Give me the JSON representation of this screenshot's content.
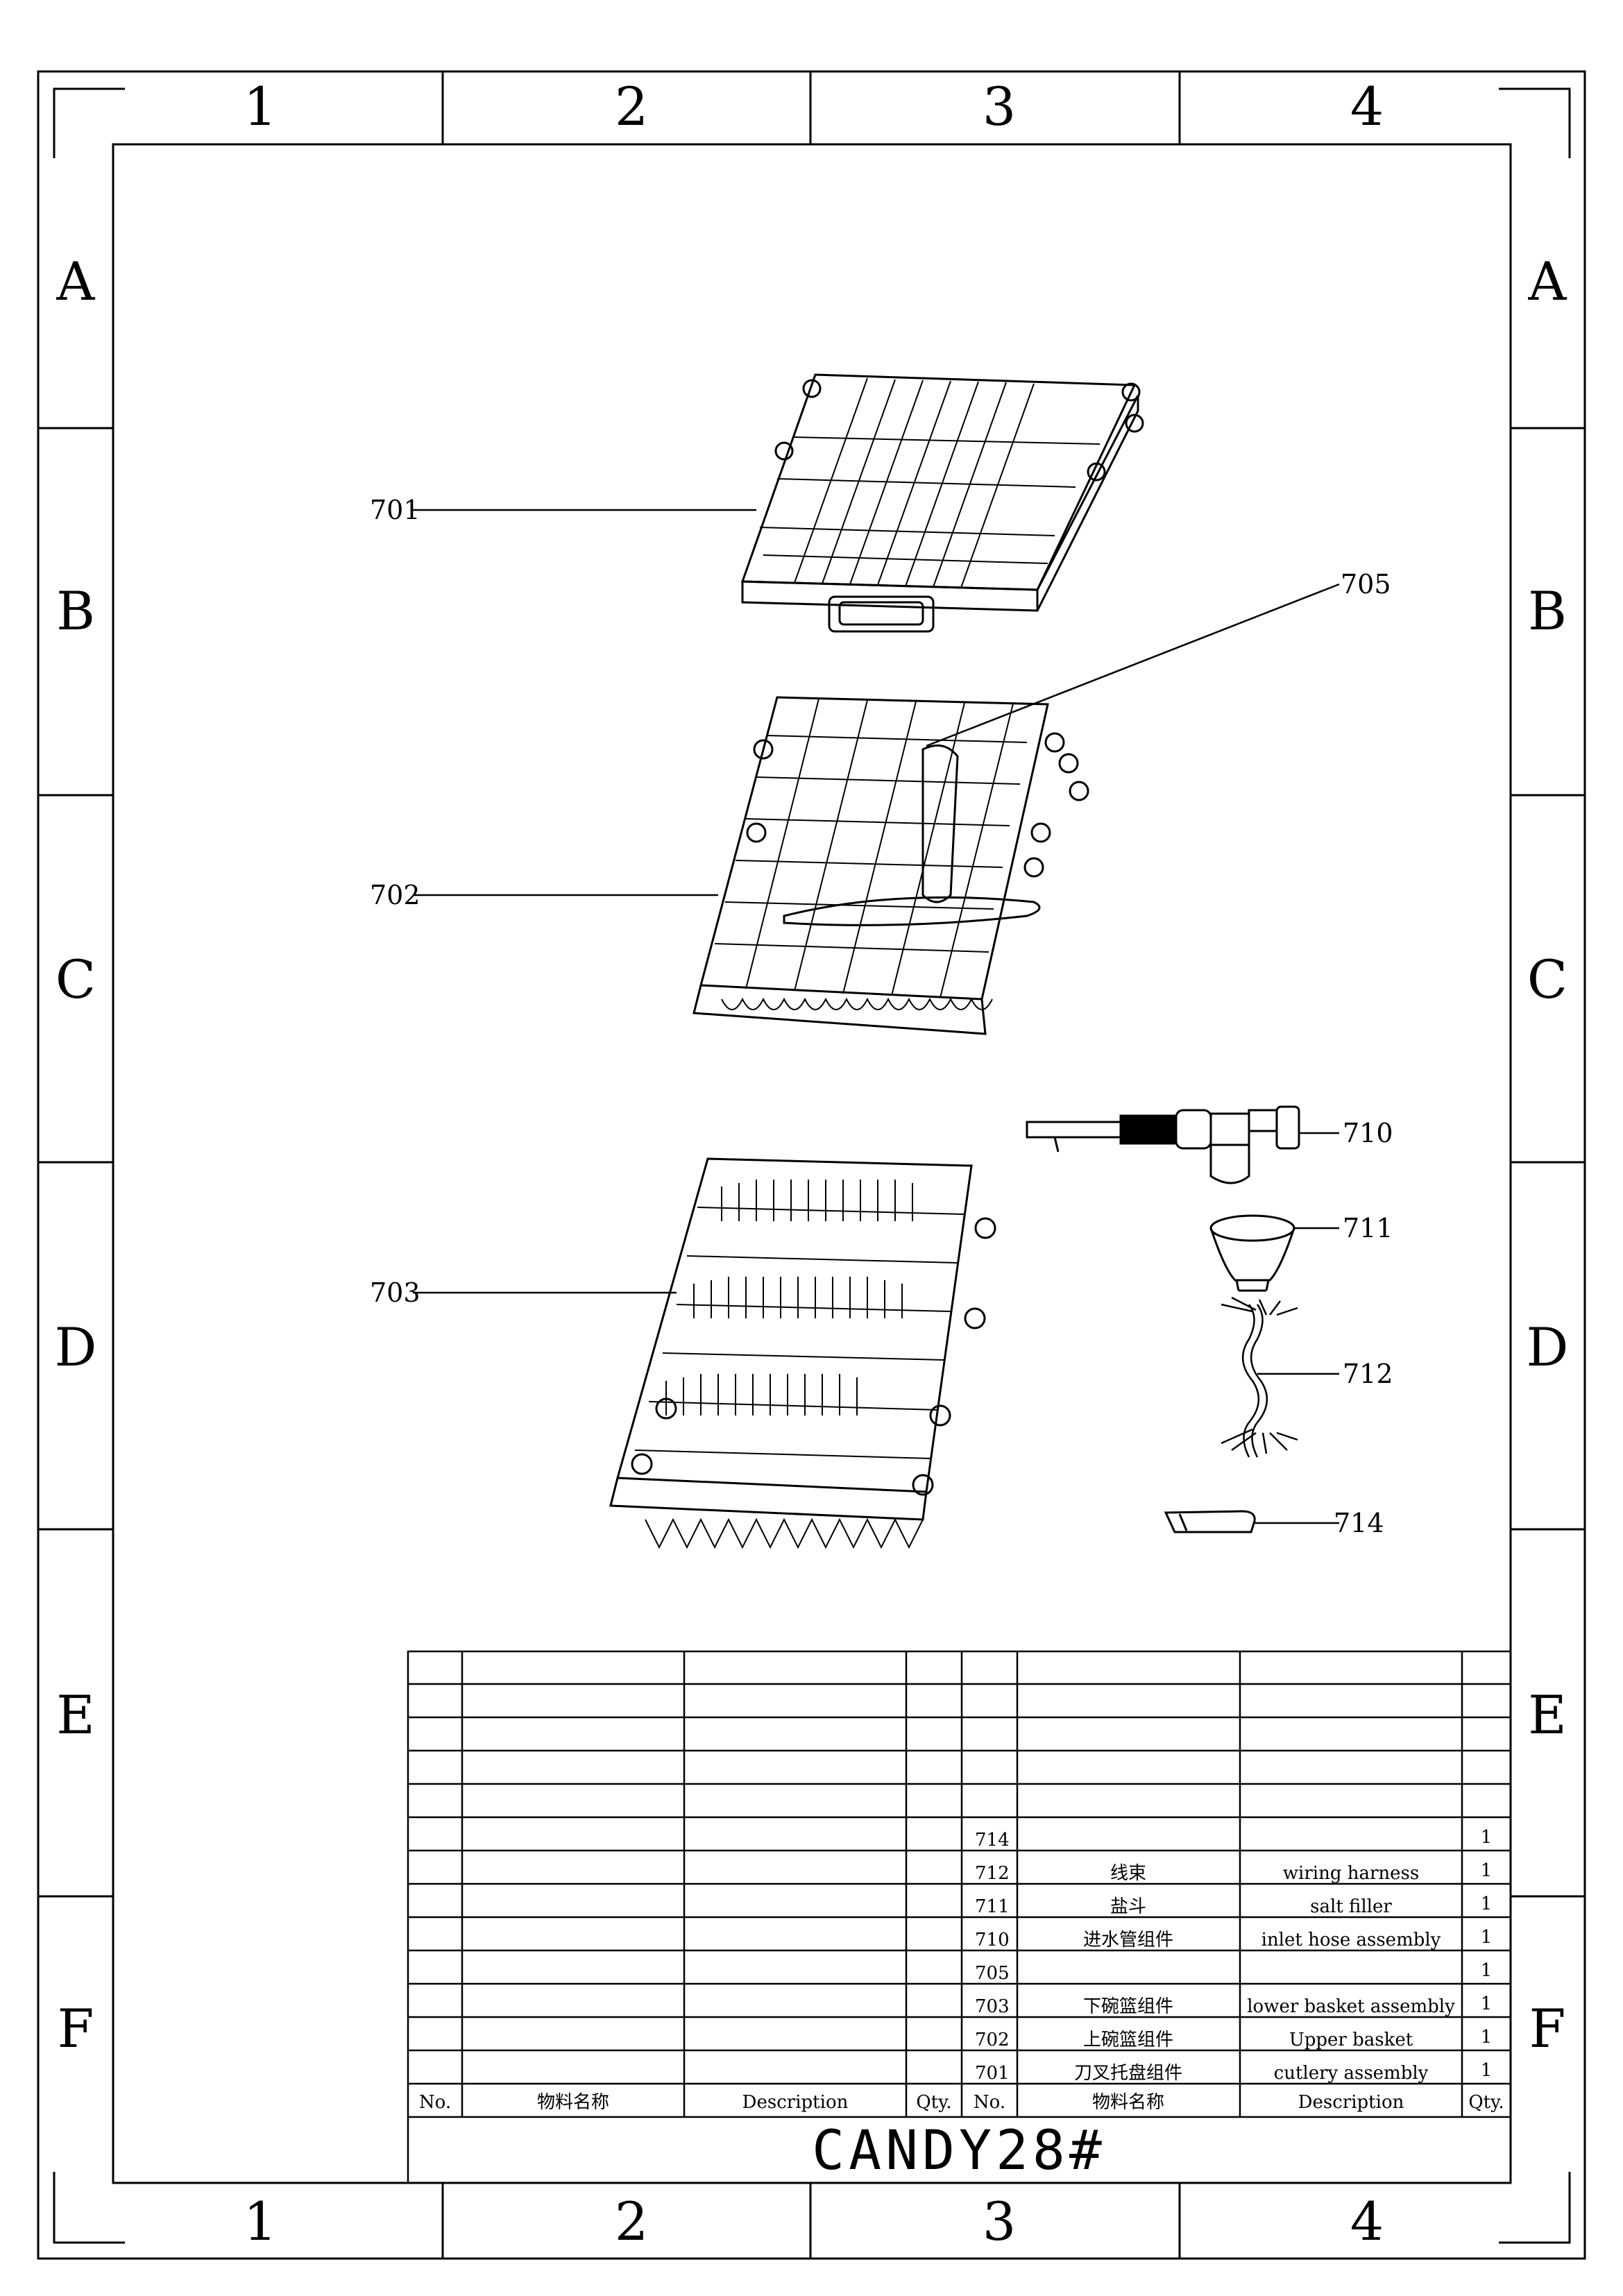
{
  "zones": {
    "columns": [
      "1",
      "2",
      "3",
      "4"
    ],
    "rows": [
      "A",
      "B",
      "C",
      "D",
      "E",
      "F"
    ]
  },
  "callouts": {
    "p701": "701",
    "p702": "702",
    "p703": "703",
    "p705": "705",
    "p710": "710",
    "p711": "711",
    "p712": "712",
    "p714": "714"
  },
  "parts_list": {
    "header": {
      "no": "No.",
      "name_cn": "物料名称",
      "description": "Description",
      "qty": "Qty."
    },
    "rows": [
      {
        "no": "714",
        "name_cn": "",
        "description": "",
        "qty": "1"
      },
      {
        "no": "712",
        "name_cn": "线束",
        "description": "wiring harness",
        "qty": "1"
      },
      {
        "no": "711",
        "name_cn": "盐斗",
        "description": "salt filler",
        "qty": "1"
      },
      {
        "no": "710",
        "name_cn": "进水管组件",
        "description": "inlet hose assembly",
        "qty": "1"
      },
      {
        "no": "705",
        "name_cn": "",
        "description": "",
        "qty": "1"
      },
      {
        "no": "703",
        "name_cn": "下碗篮组件",
        "description": "lower basket assembly",
        "qty": "1"
      },
      {
        "no": "702",
        "name_cn": "上碗篮组件",
        "description": "Upper basket",
        "qty": "1"
      },
      {
        "no": "701",
        "name_cn": "刀叉托盘组件",
        "description": "cutlery assembly",
        "qty": "1"
      }
    ]
  },
  "title_block": {
    "model": "CANDY28#"
  }
}
